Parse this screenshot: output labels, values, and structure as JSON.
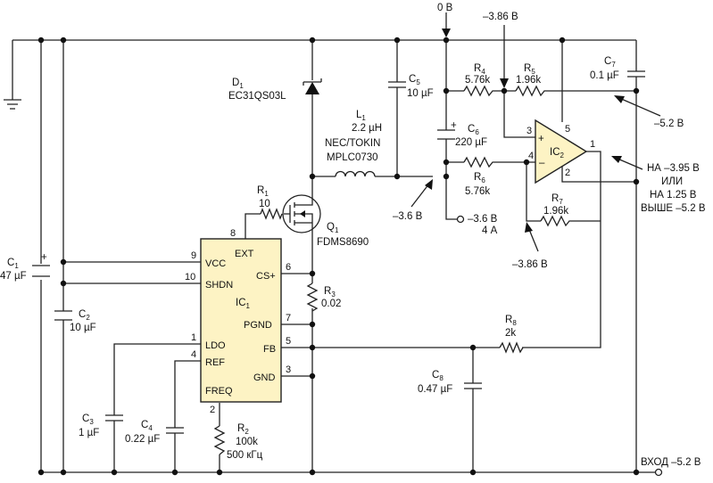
{
  "colors": {
    "ic_fill": "#fdf3c4",
    "wire": "#222222",
    "background": "#ffffff"
  },
  "nets": {
    "zero_v": "0 В",
    "minus_3_86_top": "–3.86 В",
    "minus_5_2_right": "–5.2 В",
    "out_note_1": "НА –3.95 В",
    "out_note_2": "ИЛИ",
    "out_note_3": "НА 1.25 В",
    "out_note_4": "ВЫШЕ –5.2 В",
    "minus_3_6": "–3.6 В",
    "out_3_6": "–3.6 В",
    "out_4a": "4 А",
    "minus_3_86_bottom": "–3.86 В",
    "input": "ВХОД –5.2 В"
  },
  "components": {
    "d1": {
      "ref": "D",
      "ref_sub": "1",
      "part": "EC31QS03L"
    },
    "c5": {
      "ref": "C",
      "ref_sub": "5",
      "value": "10 µF"
    },
    "l1": {
      "ref": "L",
      "ref_sub": "1",
      "value": "2.2 µH",
      "mfr": "NEC/TOKIN",
      "part": "MPLC0730"
    },
    "r4": {
      "ref": "R",
      "ref_sub": "4",
      "value": "5.76k"
    },
    "r5": {
      "ref": "R",
      "ref_sub": "5",
      "value": "1.96k"
    },
    "c7": {
      "ref": "C",
      "ref_sub": "7",
      "value": "0.1 µF"
    },
    "c6": {
      "ref": "C",
      "ref_sub": "6",
      "value": "220 µF",
      "plus": "+"
    },
    "r6": {
      "ref": "R",
      "ref_sub": "6",
      "value": "5.76k"
    },
    "r1": {
      "ref": "R",
      "ref_sub": "1",
      "value": "10"
    },
    "q1": {
      "ref": "Q",
      "ref_sub": "1",
      "part": "FDMS8690"
    },
    "r7": {
      "ref": "R",
      "ref_sub": "7",
      "value": "1.96k"
    },
    "c1": {
      "ref": "C",
      "ref_sub": "1",
      "value": "47 µF",
      "plus": "+"
    },
    "c2": {
      "ref": "C",
      "ref_sub": "2",
      "value": "10 µF"
    },
    "r3": {
      "ref": "R",
      "ref_sub": "3",
      "value": "0.02"
    },
    "r8": {
      "ref": "R",
      "ref_sub": "8",
      "value": "2k"
    },
    "c8": {
      "ref": "C",
      "ref_sub": "8",
      "value": "0.47 µF"
    },
    "c3": {
      "ref": "C",
      "ref_sub": "3",
      "value": "1 µF"
    },
    "c4": {
      "ref": "C",
      "ref_sub": "4",
      "value": "0.22 µF"
    },
    "r2": {
      "ref": "R",
      "ref_sub": "2",
      "value": "100k",
      "note": "500 кГц"
    }
  },
  "ic2": {
    "ref": "IC",
    "ref_sub": "2",
    "pin_plus_sign": "+",
    "pin_minus_sign": "–",
    "pin_plus": "3",
    "pin_minus": "4",
    "pin_vcc": "5",
    "pin_out": "1",
    "pin_vee": "2"
  },
  "ic1": {
    "ref": "IC",
    "ref_sub": "1",
    "pins": {
      "ext": {
        "num": "8",
        "name": "EXT"
      },
      "vcc": {
        "num": "9",
        "name": "VCC"
      },
      "shdn": {
        "num": "10",
        "name": "SHDN"
      },
      "cs": {
        "num": "6",
        "name": "CS+"
      },
      "pgnd": {
        "num": "7",
        "name": "PGND"
      },
      "ldo": {
        "num": "1",
        "name": "LDO"
      },
      "fb": {
        "num": "5",
        "name": "FB"
      },
      "ref": {
        "num": "4",
        "name": "REF"
      },
      "gnd": {
        "num": "3",
        "name": "GND"
      },
      "freq": {
        "num": "2",
        "name": "FREQ"
      }
    }
  }
}
